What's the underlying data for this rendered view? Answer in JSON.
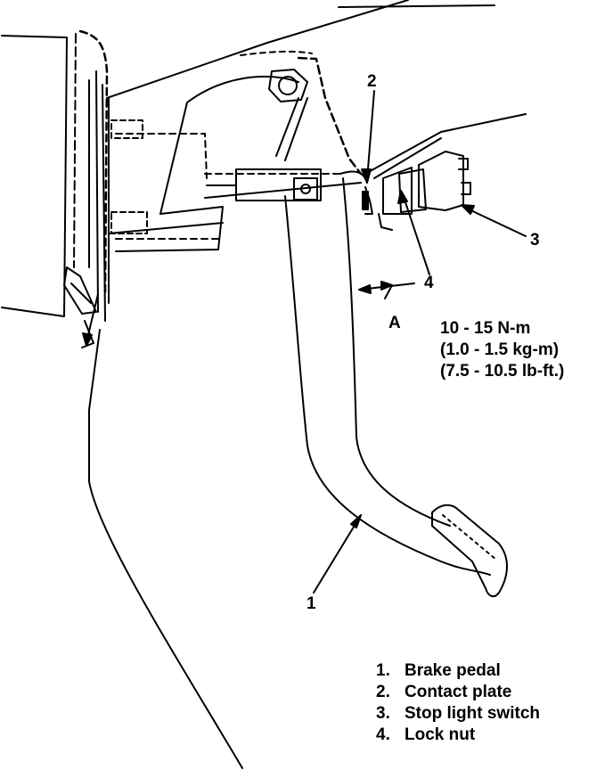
{
  "callouts": {
    "n1": "1",
    "n2": "2",
    "n3": "3",
    "n4": "4",
    "dim_a": "A"
  },
  "torque": {
    "line1": "10 - 15 N-m",
    "line2": "(1.0 - 1.5 kg-m)",
    "line3": "(7.5 - 10.5 lb-ft.)"
  },
  "legend": [
    {
      "num": "1.",
      "label": "Brake pedal"
    },
    {
      "num": "2.",
      "label": "Contact plate"
    },
    {
      "num": "3.",
      "label": "Stop light switch"
    },
    {
      "num": "4.",
      "label": "Lock nut"
    }
  ],
  "colors": {
    "ink": "#000000",
    "paper": "#ffffff"
  }
}
